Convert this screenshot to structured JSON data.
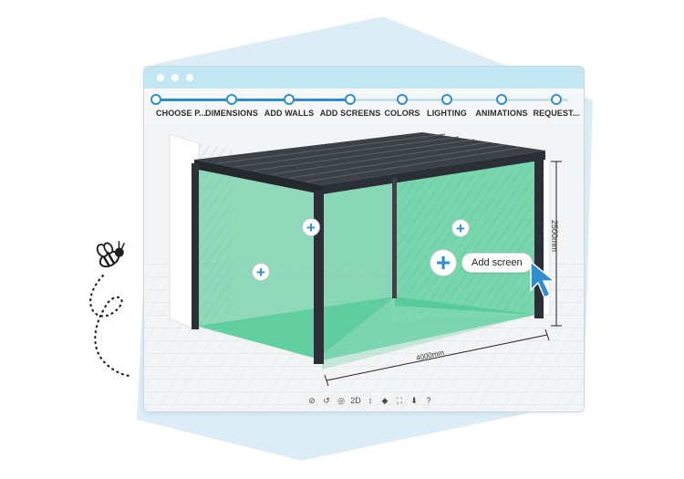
{
  "stepper": {
    "steps": [
      {
        "label": "CHOOSE P..."
      },
      {
        "label": "DIMENSIONS"
      },
      {
        "label": "ADD WALLS"
      },
      {
        "label": "ADD SCREENS"
      },
      {
        "label": "COLORS"
      },
      {
        "label": "LIGHTING"
      },
      {
        "label": "ANIMATIONS"
      },
      {
        "label": "REQUEST..."
      }
    ],
    "progress_steps_completed": 4
  },
  "scene": {
    "dimension_height": "2500mm",
    "dimension_width": "4000mm",
    "tooltip": "Add screen",
    "plus_glyph": "+"
  },
  "toolbar": {
    "tools": [
      {
        "icon": "no-view-icon",
        "glyph": "⊘"
      },
      {
        "icon": "history-icon",
        "glyph": "↺"
      },
      {
        "icon": "rotate-icon",
        "glyph": "◎"
      },
      {
        "icon": "view-2d-icon",
        "glyph": "2D"
      },
      {
        "icon": "dimensions-icon",
        "glyph": "↕"
      },
      {
        "icon": "share-icon",
        "glyph": "◆"
      },
      {
        "icon": "fullscreen-icon",
        "glyph": "⛶"
      },
      {
        "icon": "download-icon",
        "glyph": "⬇"
      },
      {
        "icon": "help-icon",
        "glyph": "?"
      }
    ]
  },
  "colors": {
    "accent": "#2f8fce",
    "titlebar": "#c2e6f2",
    "screen_green": "#3ec48a",
    "frame": "#2b3036",
    "background_shape": "#dbeff8"
  }
}
